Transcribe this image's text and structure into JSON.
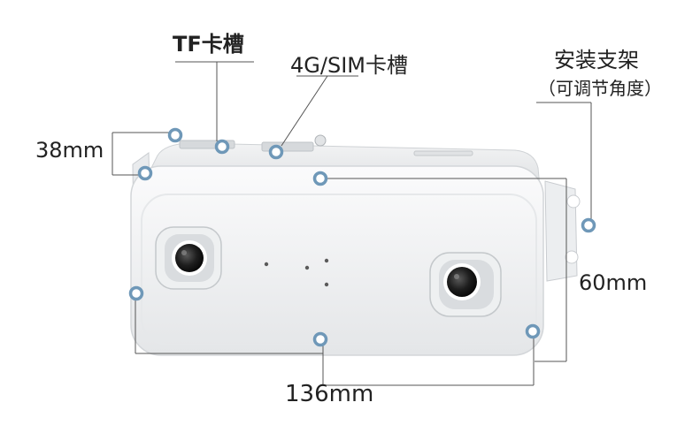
{
  "labels": {
    "tf_slot": "TF卡槽",
    "sim_slot": "4G/SIM卡槽",
    "bracket": "安装支架",
    "bracket_note": "（可调节角度）",
    "depth": "38mm",
    "height": "60mm",
    "length": "136mm"
  },
  "colors": {
    "marker": "#6f98b8",
    "leader_line": "#555555",
    "device_body": "#f4f5f6",
    "device_edge": "#d3d6d9",
    "lens": "#2a2a2a"
  }
}
